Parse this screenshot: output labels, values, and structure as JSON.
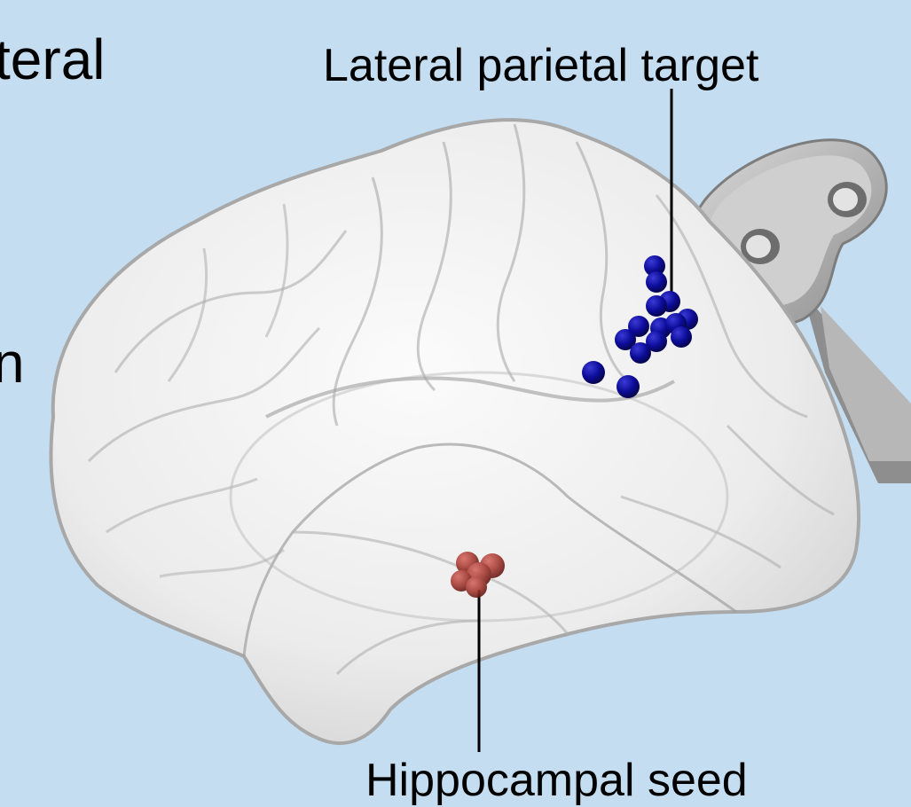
{
  "cropped_text": {
    "top_fragment": "teral",
    "middle_fragment": "n"
  },
  "annotations": {
    "top_label": "Lateral parietal target",
    "bottom_label": "Hippocampal seed"
  },
  "colors": {
    "background": "#c5ddf1",
    "brain_surface": "#f2f2f2",
    "brain_outline": "#9a9a9a",
    "target_markers": "#0a0a8c",
    "seed_markers": "#a23a32",
    "leader_line": "#000000",
    "key_icon": "#a9a9a9"
  },
  "icons": {
    "key": "wind-up-key-icon"
  }
}
